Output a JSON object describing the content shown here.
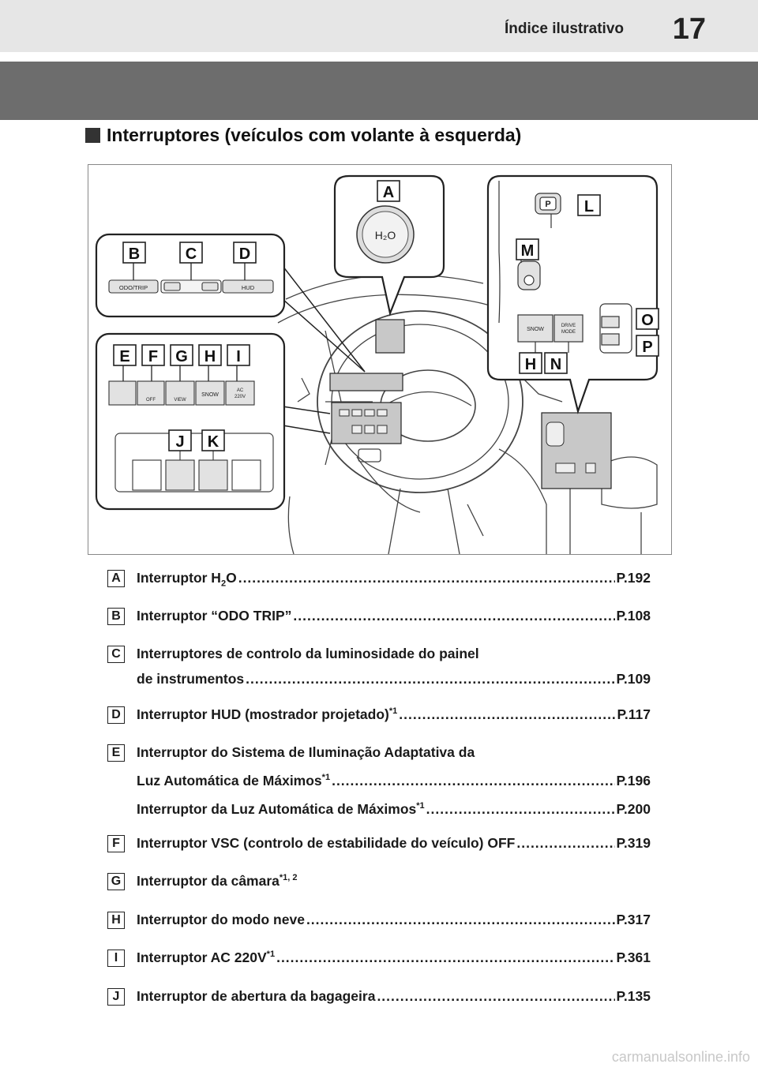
{
  "header": {
    "section_title": "Índice ilustrativo",
    "page_number": "17"
  },
  "heading": "Interruptores (veículos com volante à esquerda)",
  "figure": {
    "callouts": [
      "A",
      "B",
      "C",
      "D",
      "E",
      "F",
      "G",
      "H",
      "I",
      "J",
      "K",
      "L",
      "M",
      "N",
      "O",
      "P",
      "H"
    ],
    "button_labels": {
      "h2o": "H₂O",
      "odo_trip": "ODO/TRIP",
      "hud": "HUD",
      "vsc_off": "OFF",
      "view": "VIEW",
      "snow": "SNOW",
      "ac_top": "AC",
      "ac_bottom": "220V",
      "park": "P",
      "snow_right": "SNOW",
      "drive_mode_top": "DRIVE",
      "drive_mode_bottom": "MODE"
    }
  },
  "entries": [
    {
      "badge": "A",
      "lines": [
        {
          "text": "Interruptor H",
          "sub": "2",
          "after": "O",
          "sup": "",
          "ref": "P.192"
        }
      ]
    },
    {
      "badge": "B",
      "lines": [
        {
          "text": "Interruptor “ODO TRIP” ",
          "sub": "",
          "after": "",
          "sup": "",
          "ref": "P.108"
        }
      ]
    },
    {
      "badge": "C",
      "lines": [
        {
          "text": "Interruptores de controlo da luminosidade do painel",
          "sub": "",
          "after": "",
          "sup": "",
          "ref": ""
        },
        {
          "text": "de instrumentos ",
          "sub": "",
          "after": "",
          "sup": "",
          "ref": "P.109"
        }
      ]
    },
    {
      "badge": "D",
      "lines": [
        {
          "text": "Interruptor HUD (mostrador projetado)",
          "sub": "",
          "after": "",
          "sup": "*1",
          "ref": "P.117"
        }
      ]
    },
    {
      "badge": "E",
      "lines": [
        {
          "text": "Interruptor do Sistema de Iluminação Adaptativa da",
          "sub": "",
          "after": "",
          "sup": "",
          "ref": ""
        },
        {
          "text": "Luz Automática de Máximos",
          "sub": "",
          "after": "",
          "sup": "*1",
          "ref": "P.196"
        },
        {
          "text": "Interruptor da Luz Automática de Máximos",
          "sub": "",
          "after": "",
          "sup": "*1",
          "ref": "P.200"
        }
      ]
    },
    {
      "badge": "F",
      "lines": [
        {
          "text": "Interruptor VSC (controlo de estabilidade do veículo) OFF ",
          "sub": "",
          "after": "",
          "sup": "",
          "ref": "P.319"
        }
      ]
    },
    {
      "badge": "G",
      "lines": [
        {
          "text": "Interruptor da câmara",
          "sub": "",
          "after": "",
          "sup": "*1, 2",
          "ref": ""
        }
      ]
    },
    {
      "badge": "H",
      "lines": [
        {
          "text": "Interruptor do modo neve ",
          "sub": "",
          "after": "",
          "sup": "",
          "ref": "P.317"
        }
      ]
    },
    {
      "badge": "I",
      "lines": [
        {
          "text": "Interruptor AC 220V",
          "sub": "",
          "after": "",
          "sup": "*1",
          "ref": "P.361"
        }
      ]
    },
    {
      "badge": "J",
      "lines": [
        {
          "text": "Interruptor de abertura da bagageira ",
          "sub": "",
          "after": "",
          "sup": "",
          "ref": "P.135"
        }
      ]
    }
  ],
  "watermark": "carmanualsonline.info"
}
